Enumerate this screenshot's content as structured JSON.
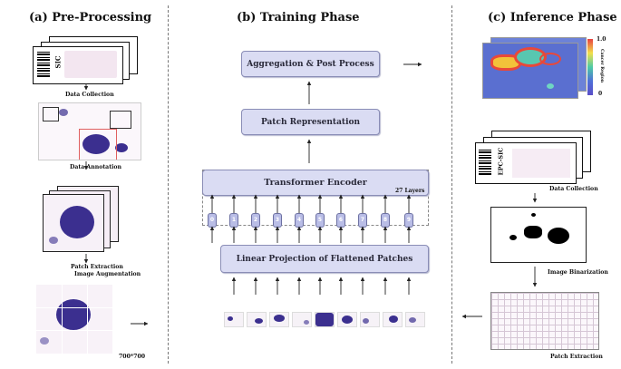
{
  "sections": {
    "pre": "(a) Pre-Processing",
    "train": "(b) Training Phase",
    "infer": "(c) Inference Phase"
  },
  "pre": {
    "slide_label": "SIC",
    "data_collection": "Data Collection",
    "data_annotation": "Data Annotation",
    "patch_extraction": "Patch Extraction",
    "image_augmentation": "Image Augmentation",
    "size": "700*700"
  },
  "train": {
    "aggregation": "Aggregation & Post Process",
    "patch_representation": "Patch Representation",
    "transformer_encoder": "Transformer Encoder",
    "layers": "27 Layers",
    "tokens": [
      "0",
      "1",
      "2",
      "3",
      "4",
      "5",
      "6",
      "7",
      "8",
      "9"
    ],
    "linear_projection": "Linear Projection of Flattened Patches"
  },
  "infer": {
    "colorbar_max": "1.0",
    "colorbar_label": "Cancer Region",
    "colorbar_min": "0",
    "slide_label": "EPC-SIC",
    "data_collection": "Data Collection",
    "image_binarization": "Image Binarization",
    "patch_extraction": "Patch Extraction"
  },
  "colors": {
    "box_fill": "#dadcf3",
    "box_border": "#8a8db6",
    "tissue": "#3b2f8f",
    "heatmap_bg": "#5a6fd0"
  }
}
